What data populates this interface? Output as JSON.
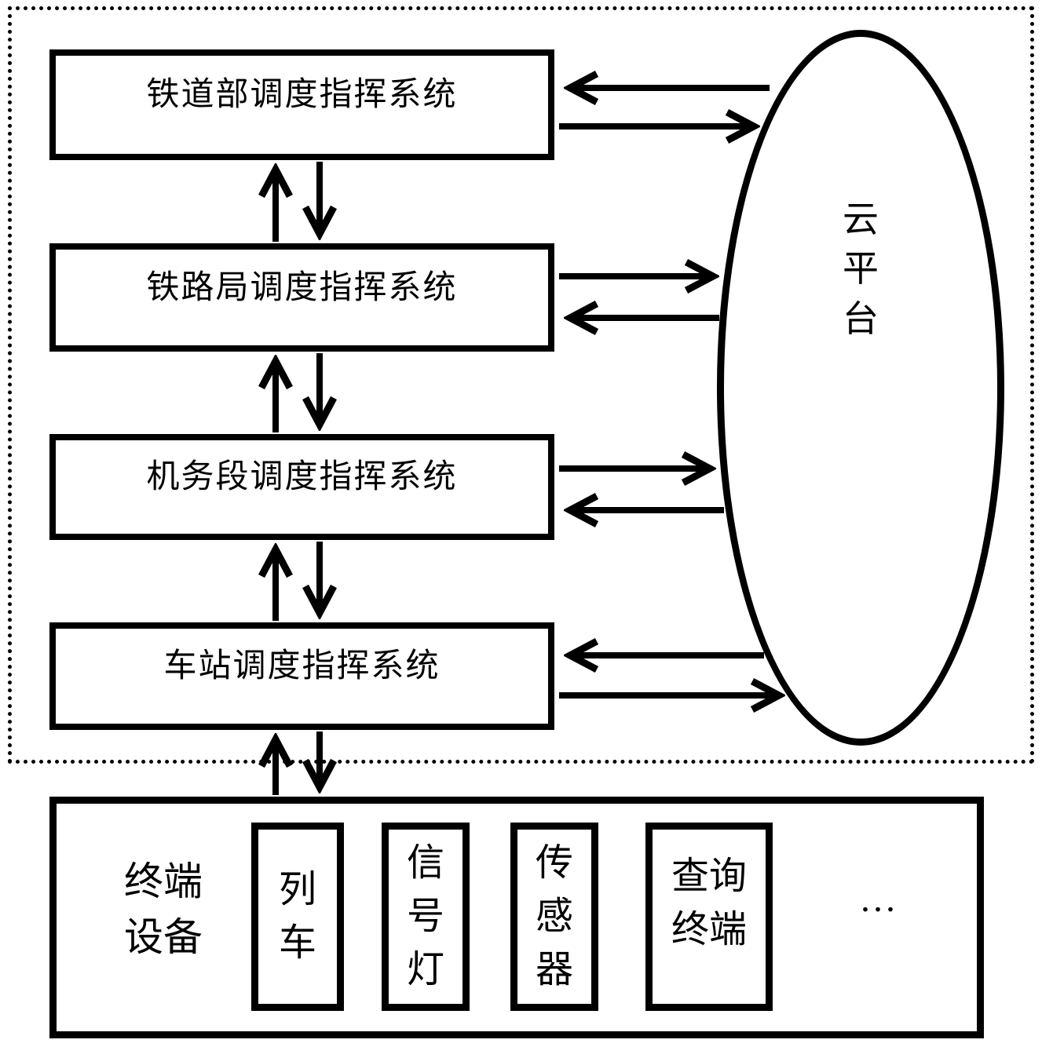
{
  "diagram": {
    "title_none": "",
    "cloud": {
      "label": "云\n平\n台"
    },
    "systems": [
      {
        "label": "铁道部调度指挥系统"
      },
      {
        "label": "铁路局调度指挥系统"
      },
      {
        "label": "机务段调度指挥系统"
      },
      {
        "label": "车站调度指挥系统"
      }
    ],
    "terminal": {
      "label": "终端\n设备",
      "devices": [
        {
          "label": "列\n车"
        },
        {
          "label": "信\n号\n灯"
        },
        {
          "label": "传\n感\n器"
        },
        {
          "label": "查询\n终端"
        }
      ],
      "ellipsis": "..."
    },
    "colors": {
      "ink": "#000000",
      "background": "#ffffff"
    }
  }
}
